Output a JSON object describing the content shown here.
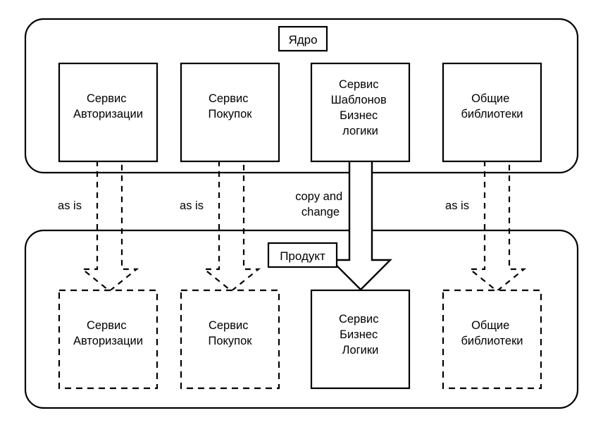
{
  "diagram": {
    "title_visible": false,
    "background_color": "#ffffff",
    "line_color": "#000000",
    "groups": [
      {
        "id": "core",
        "tag": "Ядро",
        "border_style": "solid",
        "nodes": [
          {
            "id": "core-auth",
            "lines": [
              "Сервис",
              "Авторизации"
            ],
            "border_style": "solid"
          },
          {
            "id": "core-purchase",
            "lines": [
              "Сервис",
              "Покупок"
            ],
            "border_style": "solid"
          },
          {
            "id": "core-templates",
            "lines": [
              "Сервис",
              "Шаблонов",
              "Бизнес",
              "логики"
            ],
            "border_style": "solid"
          },
          {
            "id": "core-shared-libs",
            "lines": [
              "Общие",
              "библиотеки"
            ],
            "border_style": "solid"
          }
        ]
      },
      {
        "id": "product",
        "tag": "Продукт",
        "border_style": "solid",
        "nodes": [
          {
            "id": "product-auth",
            "lines": [
              "Сервис",
              "Авторизации"
            ],
            "border_style": "dashed"
          },
          {
            "id": "product-purchase",
            "lines": [
              "Сервис",
              "Покупок"
            ],
            "border_style": "dashed"
          },
          {
            "id": "product-business-logic",
            "lines": [
              "Сервис",
              "Бизнес",
              "Логики"
            ],
            "border_style": "solid"
          },
          {
            "id": "product-shared-libs",
            "lines": [
              "Общие",
              "библиотеки"
            ],
            "border_style": "dashed"
          }
        ]
      }
    ],
    "connectors": [
      {
        "id": "conn-auth",
        "from": "core-auth",
        "to": "product-auth",
        "label_lines": [
          "as is"
        ],
        "style": "dashed"
      },
      {
        "id": "conn-purchase",
        "from": "core-purchase",
        "to": "product-purchase",
        "label_lines": [
          "as is"
        ],
        "style": "dashed"
      },
      {
        "id": "conn-templates",
        "from": "core-templates",
        "to": "product-business-logic",
        "label_lines": [
          "copy and",
          "change"
        ],
        "style": "solid"
      },
      {
        "id": "conn-shared-libs",
        "from": "core-shared-libs",
        "to": "product-shared-libs",
        "label_lines": [
          "as is"
        ],
        "style": "dashed"
      }
    ]
  }
}
